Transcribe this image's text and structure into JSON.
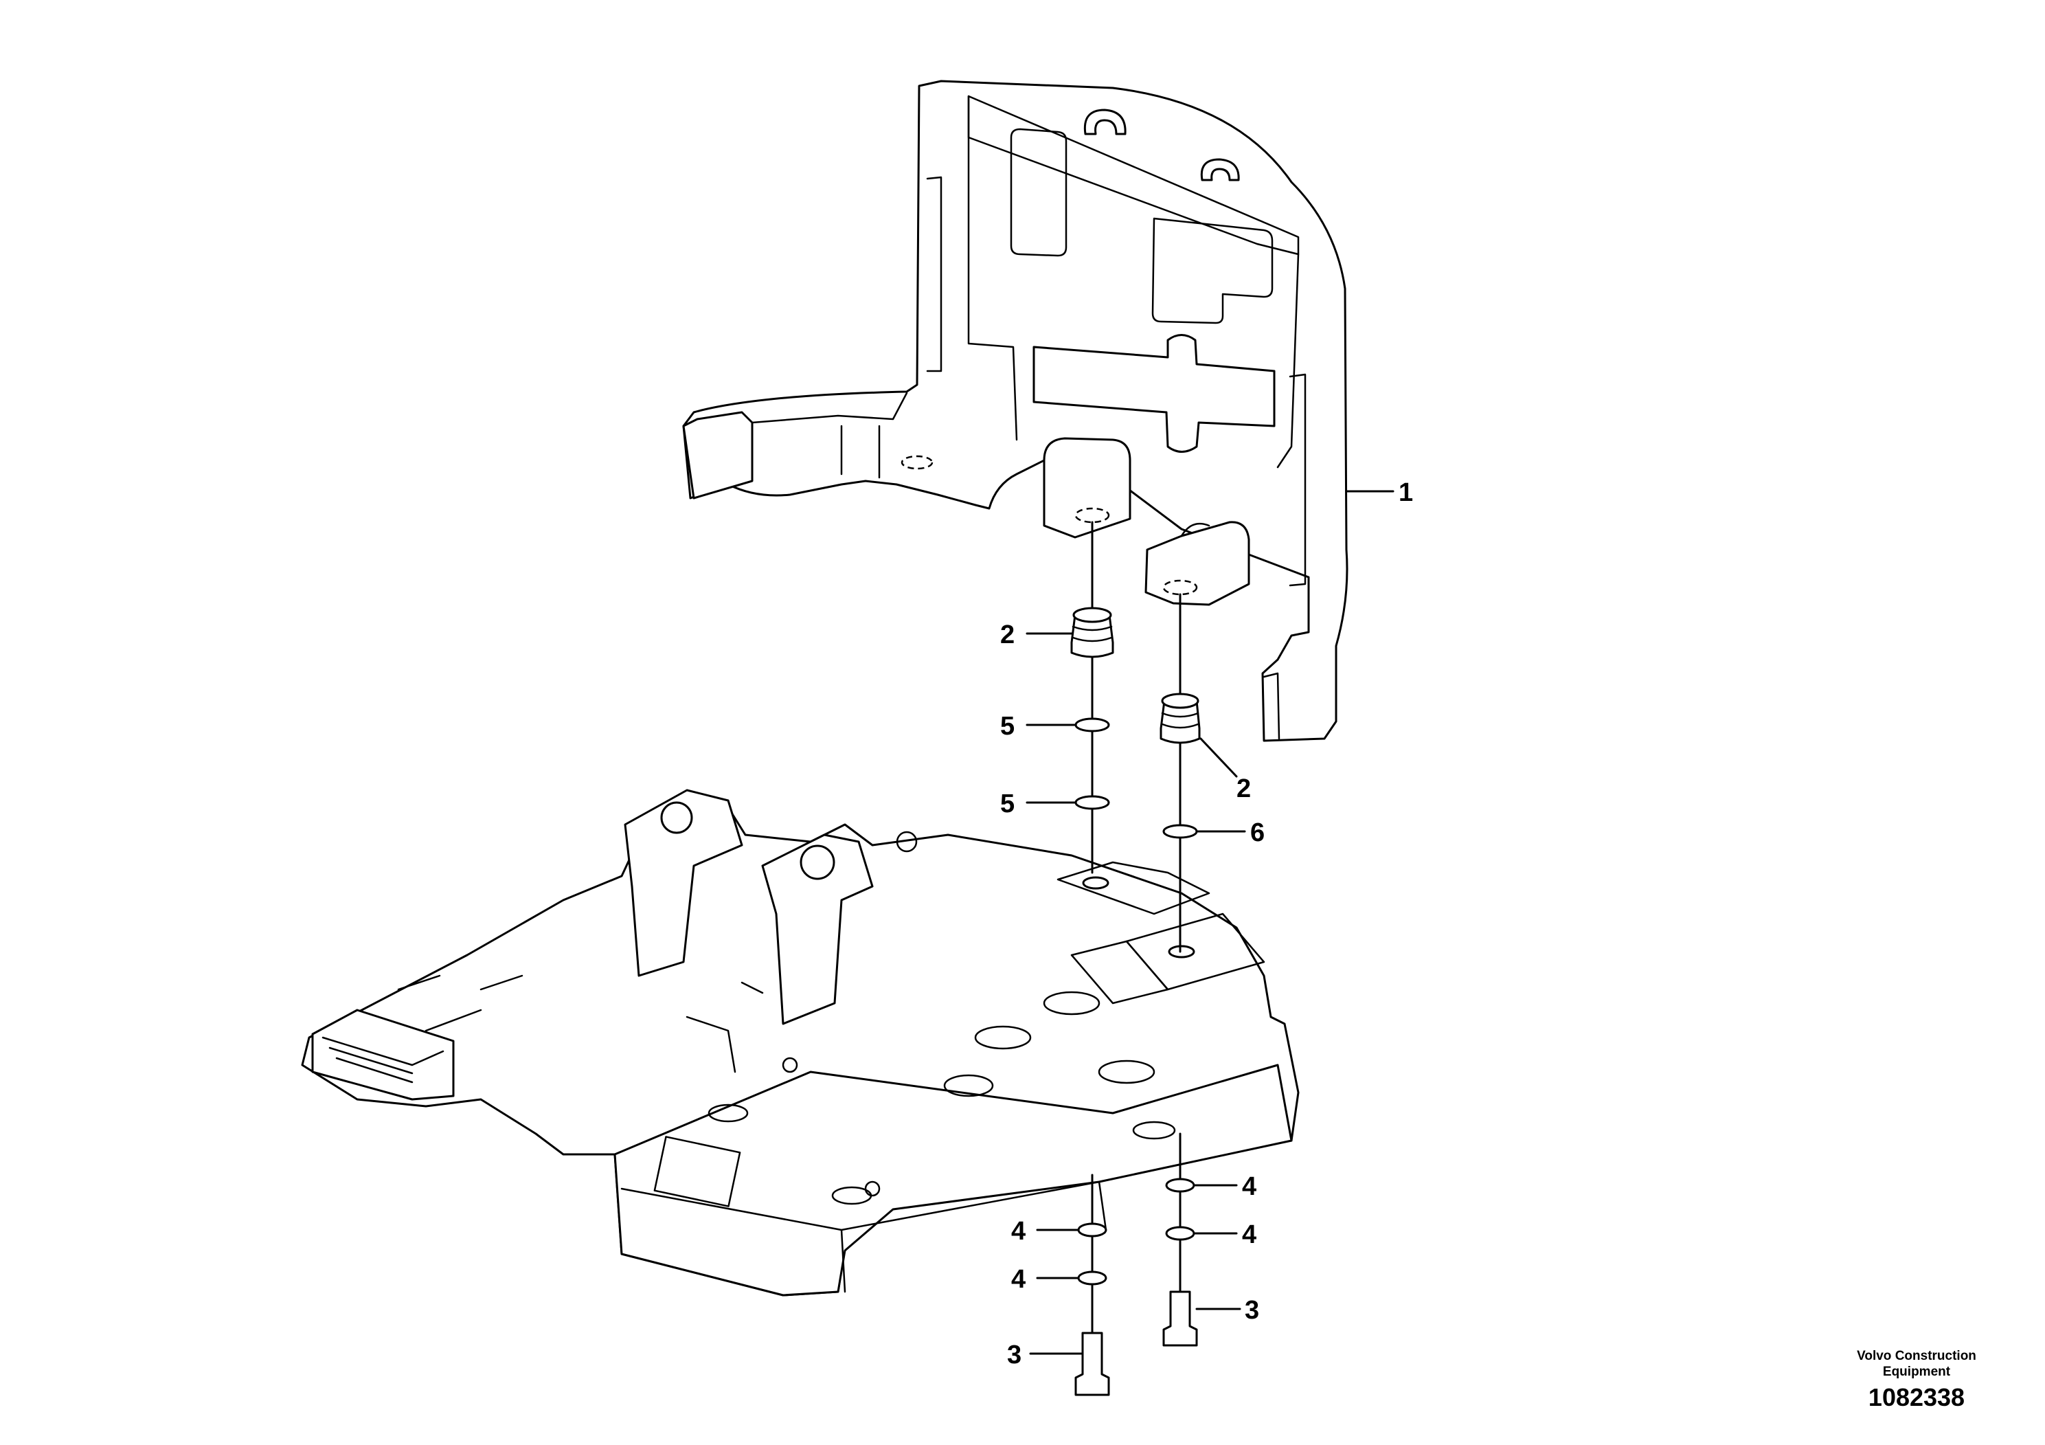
{
  "callouts": [
    {
      "id": "1",
      "label": "1"
    },
    {
      "id": "2a",
      "label": "2"
    },
    {
      "id": "2b",
      "label": "2"
    },
    {
      "id": "3a",
      "label": "3"
    },
    {
      "id": "3b",
      "label": "3"
    },
    {
      "id": "4a",
      "label": "4"
    },
    {
      "id": "4b",
      "label": "4"
    },
    {
      "id": "4c",
      "label": "4"
    },
    {
      "id": "4d",
      "label": "4"
    },
    {
      "id": "5a",
      "label": "5"
    },
    {
      "id": "5b",
      "label": "5"
    },
    {
      "id": "6",
      "label": "6"
    }
  ],
  "footer": {
    "brand_line1": "Volvo Construction",
    "brand_line2": "Equipment",
    "document_number": "1082338"
  }
}
